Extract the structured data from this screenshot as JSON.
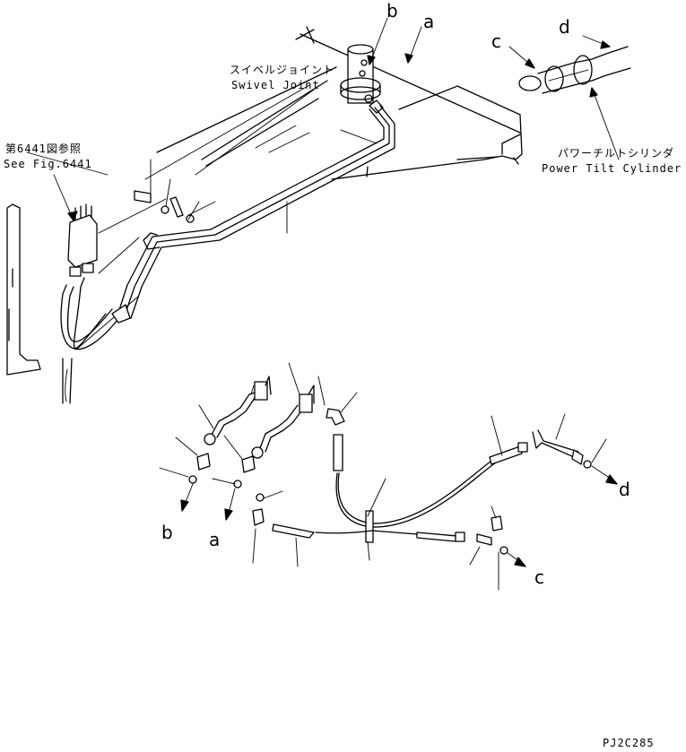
{
  "labels": {
    "swivel_joint_jp": "スイベルジョイント",
    "swivel_joint_en": "Swivel Joint",
    "see_fig_jp": "第6441図参照",
    "see_fig_en": "See Fig.6441",
    "power_tilt_jp": "パワーチルトシリンダ",
    "power_tilt_en": "Power Tilt Cylinder",
    "figure_code": "PJ2C285"
  },
  "markers": {
    "a_top": "a",
    "b_top": "b",
    "c_top": "c",
    "d_top": "d",
    "a_bottom": "a",
    "b_bottom": "b",
    "c_bottom": "c",
    "d_bottom": "d"
  }
}
